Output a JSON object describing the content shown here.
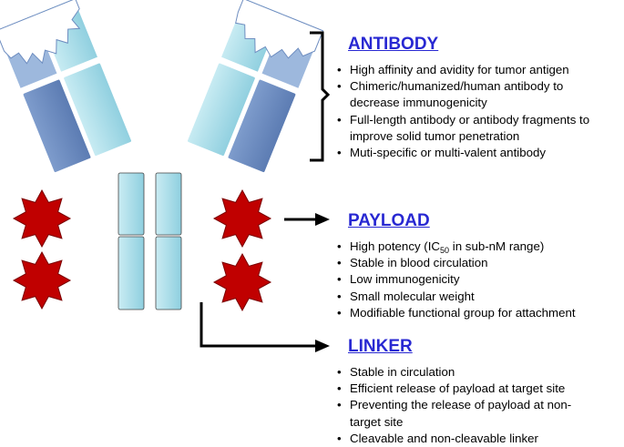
{
  "colors": {
    "heading": "#2828d2",
    "light_chain": "#a9dbe6",
    "heavy_chain": "#6e8dc0",
    "heavy_chain_light": "#9db8dd",
    "star": "#c00000",
    "star_outline": "#7a0000",
    "arrow": "#000000"
  },
  "antibody": {
    "heading": "ANTIBODY",
    "bullets": [
      "High affinity and avidity for tumor antigen",
      "Chimeric/humanized/human antibody to",
      "decrease immunogenicity",
      "Full-length antibody or antibody fragments to",
      "improve solid tumor penetration",
      "Muti-specific or multi-valent antibody"
    ]
  },
  "payload": {
    "heading": "PAYLOAD",
    "bullet_potency": {
      "prefix": "High potency (IC",
      "subscript": "50",
      "suffix": " in sub-nM range)"
    },
    "bullets": [
      "Stable in blood circulation",
      "Low immunogenicity",
      "Small molecular weight",
      "Modifiable functional group for attachment"
    ]
  },
  "linker": {
    "heading": "LINKER",
    "bullets": [
      "Stable in circulation",
      "Efficient release of payload at target site",
      "Preventing the release of payload at non-",
      "target site",
      "Cleavable and non-cleavable linker"
    ]
  }
}
